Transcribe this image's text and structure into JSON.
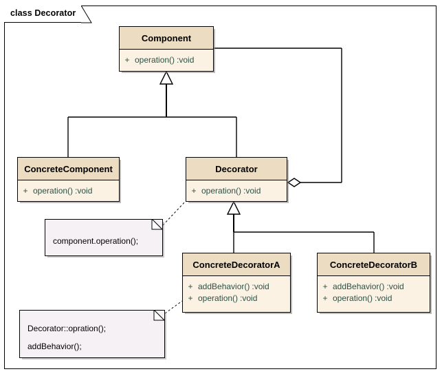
{
  "frame": {
    "title": "class Decorator",
    "border_color": "#000000",
    "background": "#ffffff"
  },
  "theme": {
    "class_header_fill": "#ECDCC1",
    "class_body_fill": "#FBF2E3",
    "class_border": "#000000",
    "member_text_color": "#2B5147",
    "note_fill": "#F5F1F5",
    "note_border": "#000000",
    "connector_color": "#000000"
  },
  "classes": [
    {
      "id": "component",
      "name": "Component",
      "members": [
        {
          "visibility": "+",
          "signature": "operation()",
          "return": ":void"
        }
      ]
    },
    {
      "id": "concretecomponent",
      "name": "ConcreteComponent",
      "members": [
        {
          "visibility": "+",
          "signature": "operation()",
          "return": ":void"
        }
      ]
    },
    {
      "id": "decorator",
      "name": "Decorator",
      "members": [
        {
          "visibility": "+",
          "signature": "operation()",
          "return": ":void"
        }
      ]
    },
    {
      "id": "concretedecoratora",
      "name": "ConcreteDecoratorA",
      "members": [
        {
          "visibility": "+",
          "signature": "addBehavior()",
          "return": ":void"
        },
        {
          "visibility": "+",
          "signature": "operation()",
          "return": ":void"
        }
      ]
    },
    {
      "id": "concretedecoratorb",
      "name": "ConcreteDecoratorB",
      "members": [
        {
          "visibility": "+",
          "signature": "addBehavior()",
          "return": ":void"
        },
        {
          "visibility": "+",
          "signature": "operation()",
          "return": ":void"
        }
      ]
    }
  ],
  "notes": [
    {
      "id": "note-1",
      "lines": [
        "component.operation();"
      ],
      "attached_to": "decorator"
    },
    {
      "id": "note-2",
      "lines": [
        "Decorator::opration();",
        "addBehavior();"
      ],
      "attached_to": "concretedecoratora"
    }
  ],
  "relationships": [
    {
      "type": "generalization",
      "from": "ConcreteComponent",
      "to": "Component"
    },
    {
      "type": "generalization",
      "from": "Decorator",
      "to": "Component"
    },
    {
      "type": "generalization",
      "from": "ConcreteDecoratorA",
      "to": "Decorator"
    },
    {
      "type": "generalization",
      "from": "ConcreteDecoratorB",
      "to": "Decorator"
    },
    {
      "type": "aggregation",
      "from": "Decorator",
      "to": "Component"
    }
  ]
}
